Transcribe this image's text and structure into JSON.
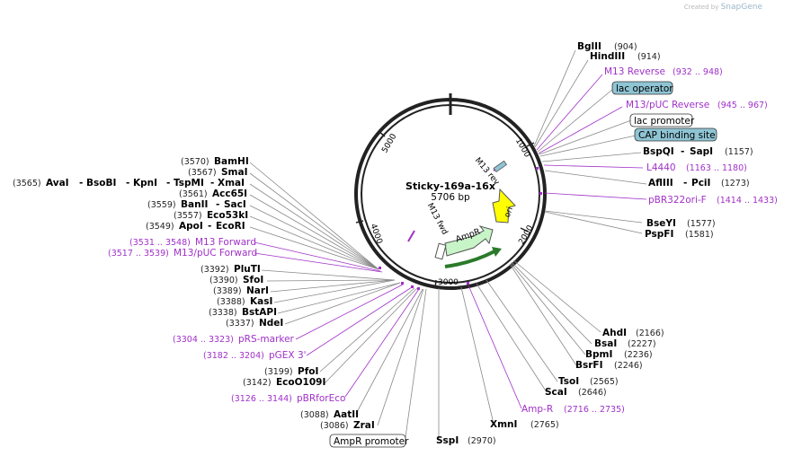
{
  "credit": {
    "prefix": "Created by",
    "brand": "SnapGene"
  },
  "plasmid": {
    "name": "Sticky-169a-16x",
    "length": "5706 bp"
  },
  "ruler": [
    "1000",
    "2000",
    "3000",
    "4000",
    "5000"
  ],
  "arcs": {
    "ampr": "AmpR",
    "ori": "ori",
    "m13rev": "M13 rev",
    "m13fwd": "M13 fwd"
  },
  "right_labels": {
    "bglii": "BglII",
    "bglii_pos": "(904)",
    "hindiii": "HindIII",
    "hindiii_pos": "(914)",
    "m13rev": "M13 Reverse",
    "m13rev_pos": "(932 .. 948)",
    "lacop": "lac operator",
    "m13puc_rev": "M13/pUC Reverse",
    "m13puc_rev_pos": "(945 .. 967)",
    "lacpro": "lac promoter",
    "cap": "CAP binding site",
    "bspqi": "BspQI",
    "sapi": "SapI",
    "sapi_pos": "(1157)",
    "l4440": "L4440",
    "l4440_pos": "(1163 .. 1180)",
    "afliii": "AflIII",
    "pcii": "PciI",
    "pcii_pos": "(1273)",
    "pbr322ori": "pBR322ori-F",
    "pbr322ori_pos": "(1414 .. 1433)",
    "bseyi": "BseYI",
    "bseyi_pos": "(1577)",
    "pspfi": "PspFI",
    "pspfi_pos": "(1581)"
  },
  "bottom_right_labels": {
    "ahdi": "AhdI",
    "ahdi_pos": "(2166)",
    "bsai": "BsaI",
    "bsai_pos": "(2227)",
    "bpmi": "BpmI",
    "bpmi_pos": "(2236)",
    "bsrfi": "BsrFI",
    "bsrfi_pos": "(2246)",
    "tsoi": "TsoI",
    "tsoi_pos": "(2565)",
    "scai": "ScaI",
    "scai_pos": "(2646)",
    "ampr_primer": "Amp-R",
    "ampr_primer_pos": "(2716 .. 2735)",
    "xmni": "XmnI",
    "xmni_pos": "(2765)",
    "sspi": "SspI",
    "sspi_pos": "(2970)"
  },
  "left_labels": {
    "bamhi_pos": "(3570)",
    "bamhi": "BamHI",
    "smai_pos": "(3567)",
    "smai": "SmaI",
    "avai_pos": "(3565)",
    "avai": "AvaI",
    "bsobi": "BsoBI",
    "kpni": "KpnI",
    "tspmi": "TspMI",
    "xmai": "XmaI",
    "acc65i_pos": "(3561)",
    "acc65i": "Acc65I",
    "banii_pos": "(3559)",
    "banii": "BanII",
    "saci": "SacI",
    "eco53ki_pos": "(3557)",
    "eco53ki": "Eco53kI",
    "apoi_pos": "(3549)",
    "apoi": "ApoI",
    "ecori": "EcoRI",
    "m13fwd_pos": "(3531 .. 3548)",
    "m13fwd": "M13 Forward",
    "m13puc_fwd_pos": "(3517 .. 3539)",
    "m13puc_fwd": "M13/pUC Forward",
    "pluti_pos": "(3392)",
    "pluti": "PluTI",
    "sfoi_pos": "(3390)",
    "sfoi": "SfoI",
    "nari_pos": "(3389)",
    "nari": "NarI",
    "kasi_pos": "(3388)",
    "kasi": "KasI",
    "bstapi_pos": "(3338)",
    "bstapi": "BstAPI",
    "ndei_pos": "(3337)",
    "ndei": "NdeI",
    "prs_pos": "(3304 .. 3323)",
    "prs": "pRS-marker",
    "pgex_pos": "(3182 .. 3204)",
    "pgex": "pGEX 3'",
    "pfoi_pos": "(3199)",
    "pfoi": "PfoI",
    "eco109_pos": "(3142)",
    "eco109": "EcoO109I",
    "pbrfor_pos": "(3126 .. 3144)",
    "pbrfor": "pBRforEco",
    "aatii_pos": "(3088)",
    "aatii": "AatII",
    "zrai_pos": "(3086)",
    "zrai": "ZraI",
    "ampr_promoter": "AmpR promoter"
  },
  "colors": {
    "primer": "#a030c8",
    "feature_box": "#8fc4d4",
    "ampr": "#c8f5c8",
    "ori": "#ffff00",
    "leader": "#888888"
  }
}
